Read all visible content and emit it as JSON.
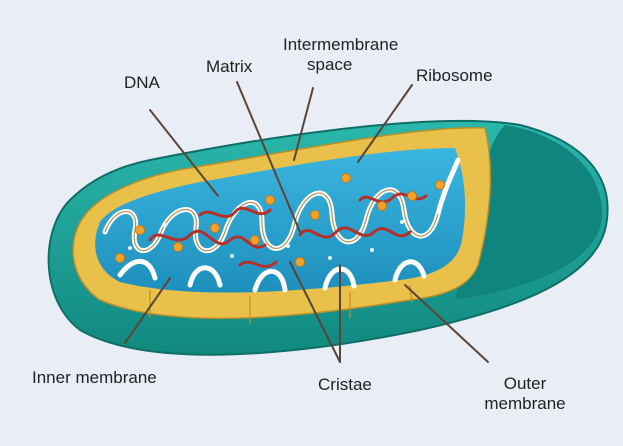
{
  "labels": {
    "dna": "DNA",
    "matrix": "Matrix",
    "intermembrane_space": [
      "Intermembrane",
      "space"
    ],
    "ribosome": "Ribosome",
    "inner_membrane": "Inner membrane",
    "cristae": "Cristae",
    "outer_membrane": [
      "Outer",
      "membrane"
    ]
  },
  "colors": {
    "background": "#e9eef6",
    "outer_membrane": "#1aa39a",
    "intermembrane": "#e8c04a",
    "inner_membrane": "#ffffff",
    "matrix": "#2aa3cf",
    "dna": "#b5302a",
    "ribosome": "#f2a12b",
    "leader_line": "#5c4436"
  }
}
